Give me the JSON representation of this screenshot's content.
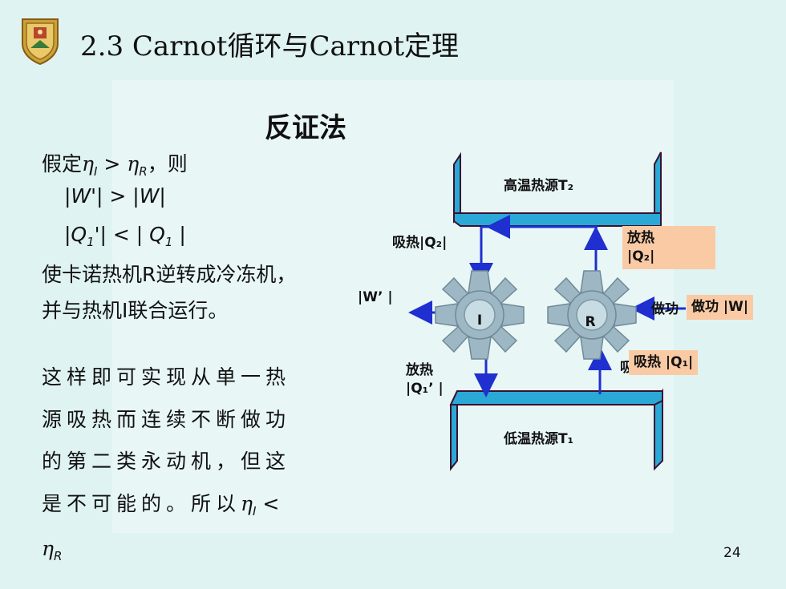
{
  "header": {
    "title": "2.3 Carnot循环与Carnot定理",
    "subtitle": "反证法"
  },
  "left_text": {
    "line1_pre": "假定",
    "eta": "η",
    "sub_I": "I",
    "gt": " > ",
    "sub_R": "R",
    "line1_post": "，则",
    "line2": "|W'| > |W|",
    "line3_a": "|Q",
    "line3_sub1": "1",
    "line3_b": "'| < | Q",
    "line3_sub2": "1",
    "line3_c": " |",
    "line4": "使卡诺热机R逆转成冷冻机，",
    "line5": "并与热机I联合运行。",
    "para2_line1": "这样即可实现从单一热",
    "para2_line2": "源吸热而连续不断做功",
    "para2_line3": "的第二类永动机，但这",
    "para2_line4_a": "是不可能的。所以",
    "lt": " <",
    "para2_line5_sub": "R"
  },
  "diagram": {
    "hot_source": "高温热源T₂",
    "cold_source": "低温热源T₁",
    "absorb_q2": "吸热|Q₂|",
    "work_w_prime": "|W’ |",
    "release_q1_prime_a": "放热",
    "release_q1_prime_b": "|Q₁’ |",
    "engine_I": "I",
    "engine_R": "R",
    "release_q2_a": "放热",
    "release_q2_b": "|Q₂|",
    "work_w": "做功 |W|",
    "work_w_hidden": "做功",
    "absorb_q1": "吸热 |Q₁|",
    "absorb_q1_hidden": "吸"
  },
  "footer": {
    "page_number": "24"
  },
  "colors": {
    "background": "#dff3f2",
    "reservoir": "#2aa9d6",
    "arrow": "#1f2fd0",
    "box": "#f9caa4",
    "gear": "#9db8c4"
  }
}
